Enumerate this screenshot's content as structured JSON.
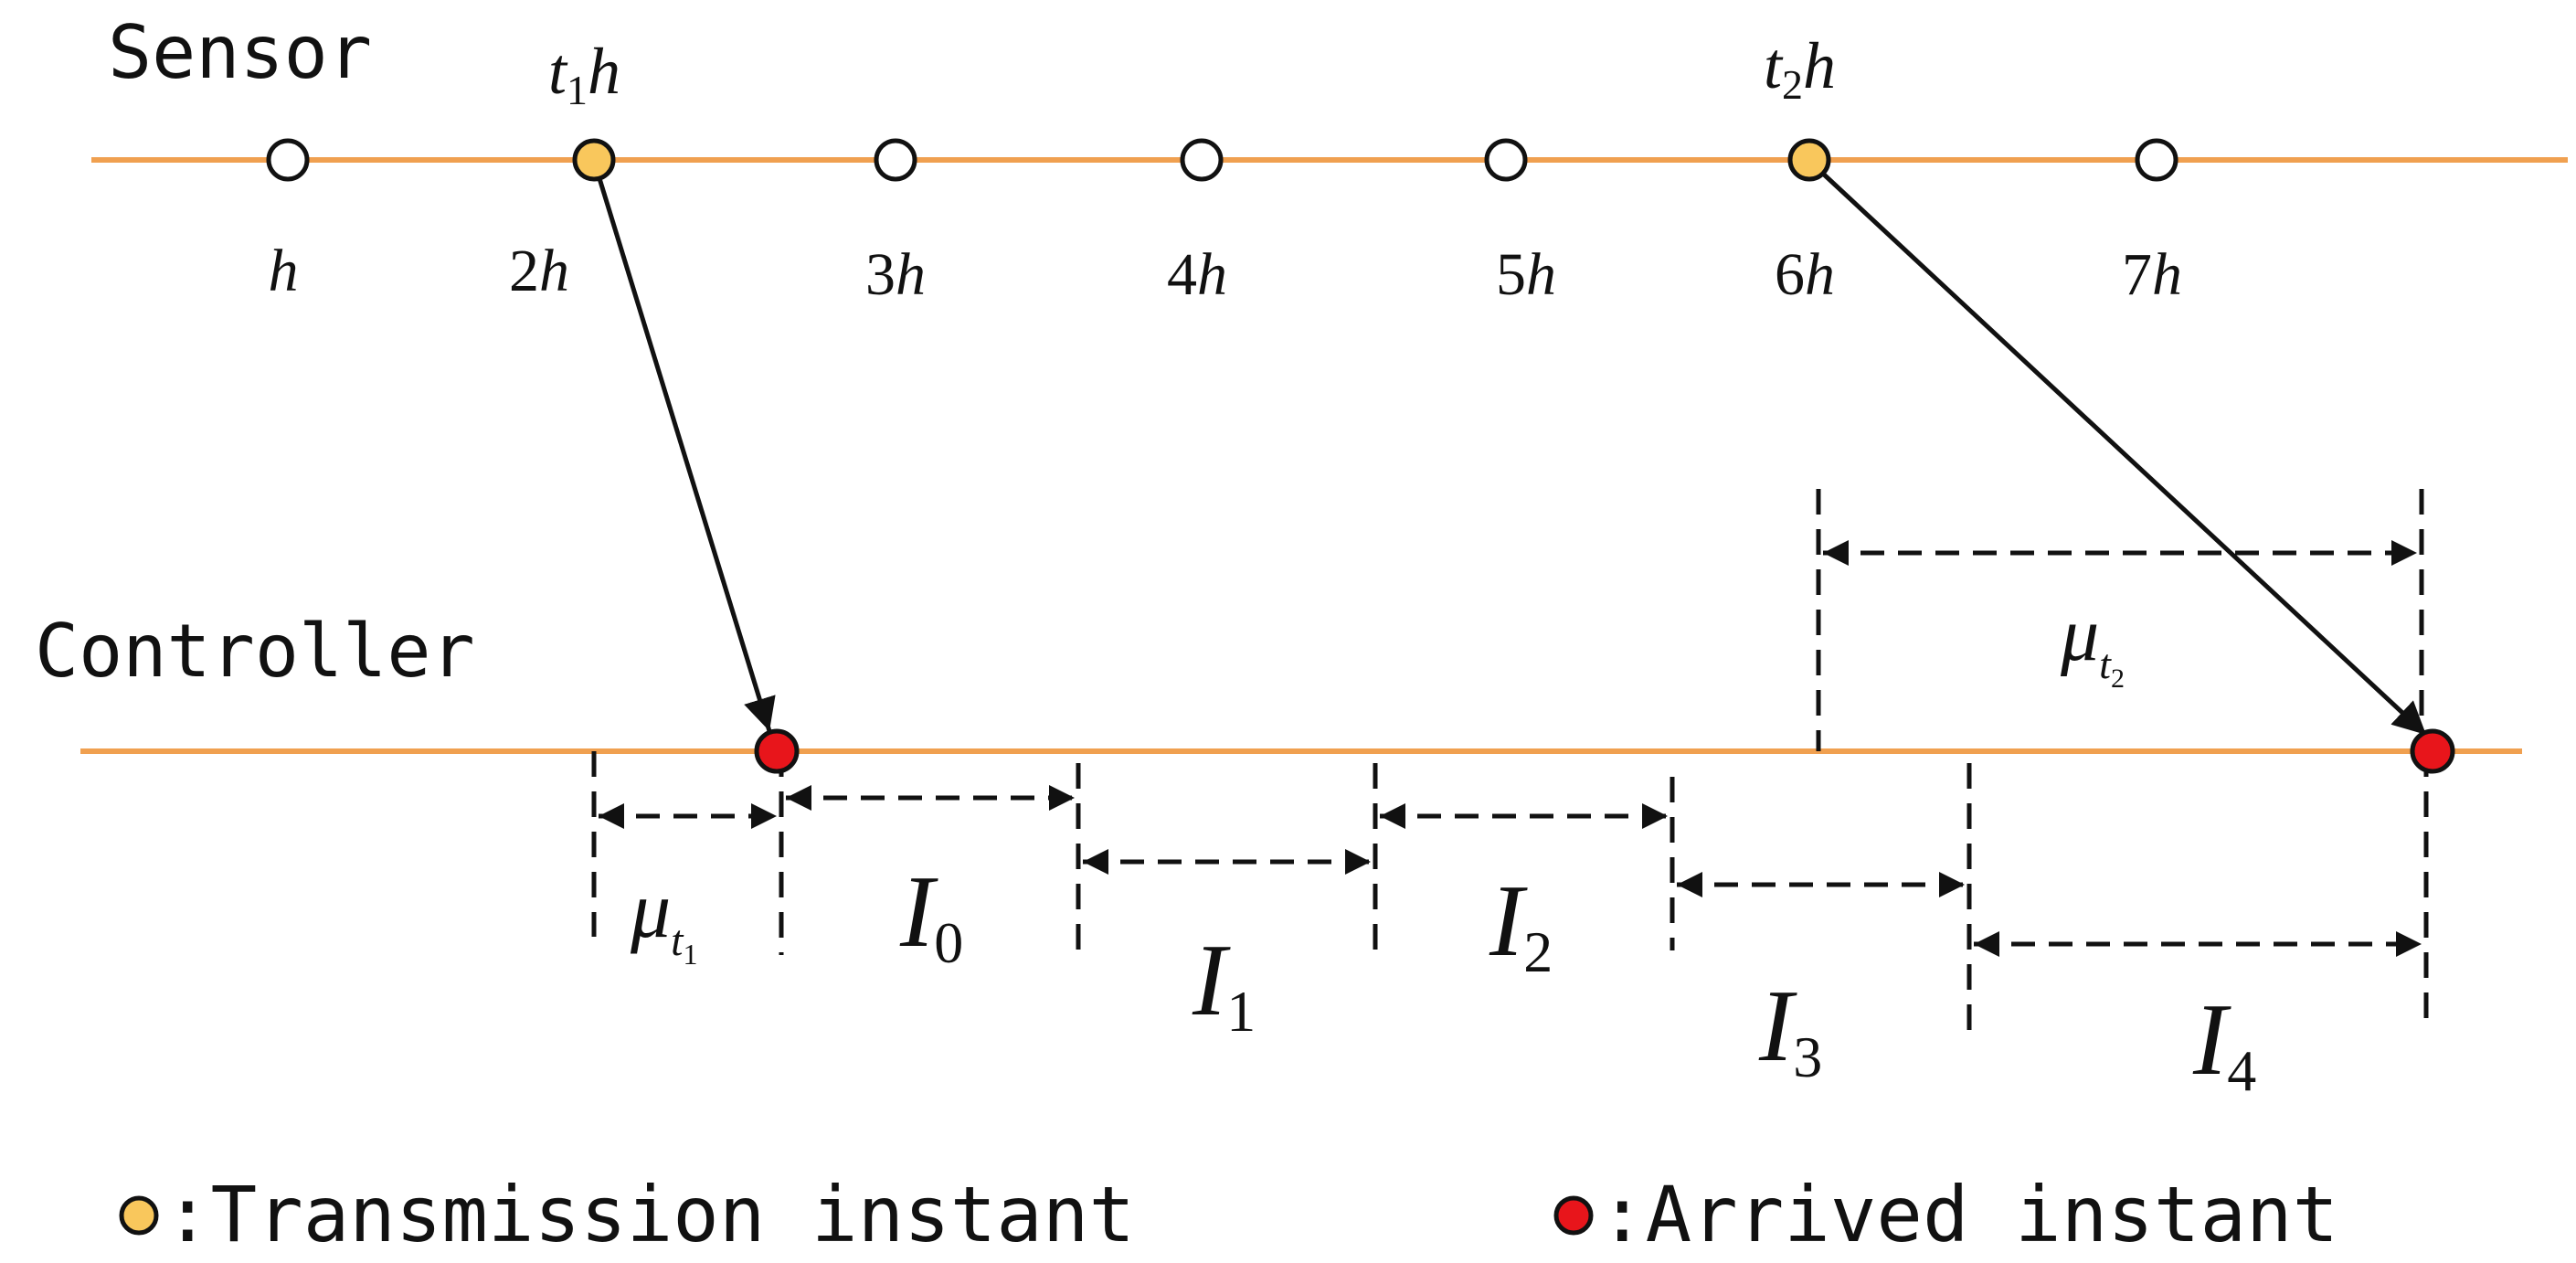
{
  "labels": {
    "sensor": "Sensor",
    "controller": "Controller"
  },
  "transmissions": [
    {
      "main": "t",
      "sub": "1",
      "suffix": "h"
    },
    {
      "main": "t",
      "sub": "2",
      "suffix": "h"
    }
  ],
  "ticks": [
    {
      "coef": "",
      "var": "h"
    },
    {
      "coef": "2",
      "var": "h"
    },
    {
      "coef": "3",
      "var": "h"
    },
    {
      "coef": "4",
      "var": "h"
    },
    {
      "coef": "5",
      "var": "h"
    },
    {
      "coef": "6",
      "var": "h"
    },
    {
      "coef": "7",
      "var": "h"
    }
  ],
  "delays": [
    {
      "main": "μ",
      "sub": "t",
      "subsub": "1"
    },
    {
      "main": "μ",
      "sub": "t",
      "subsub": "2"
    }
  ],
  "intervals": [
    {
      "main": "I",
      "sub": "0"
    },
    {
      "main": "I",
      "sub": "1"
    },
    {
      "main": "I",
      "sub": "2"
    },
    {
      "main": "I",
      "sub": "3"
    },
    {
      "main": "I",
      "sub": "4"
    }
  ],
  "legend": {
    "transmission": ":Transmission instant",
    "arrived": ":Arrived instant"
  },
  "colors": {
    "timeline": "#F0A050",
    "transmission_node": "#F9C75C",
    "arrived_node": "#E8151B",
    "stroke": "#111111"
  }
}
